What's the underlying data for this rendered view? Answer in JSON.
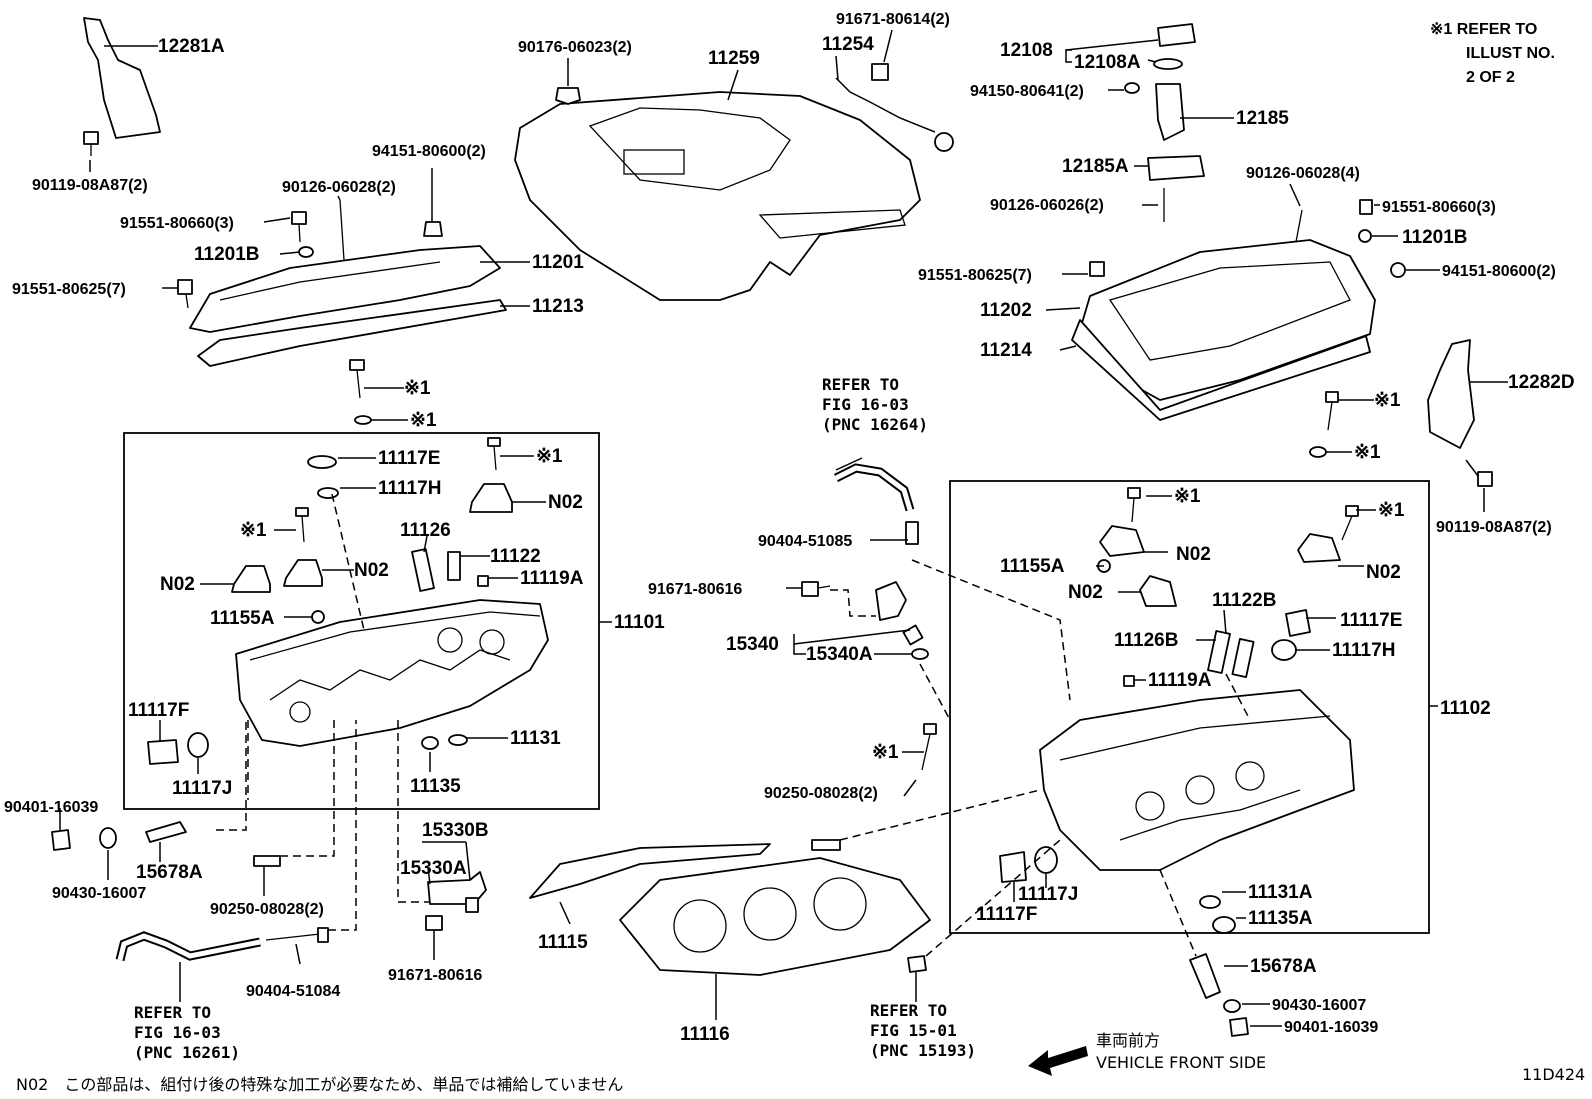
{
  "labels": {
    "l12281A": "12281A",
    "l90119_left": "90119-08A87(2)",
    "l90176": "90176-06023(2)",
    "l11259": "11259",
    "l11254": "11254",
    "l91671_80614": "91671-80614(2)",
    "l12108": "12108",
    "l12108A": "12108A",
    "l94150": "94150-80641(2)",
    "l12185": "12185",
    "l12185A": "12185A",
    "l90126_26": "90126-06026(2)",
    "l90126_28_4": "90126-06028(4)",
    "l91551_660_3": "91551-80660(3)",
    "l11201B_r": "11201B",
    "l94151_r": "94151-80600(2)",
    "l91551_625_r": "91551-80625(7)",
    "l11202": "11202",
    "l11214": "11214",
    "l12282D": "12282D",
    "l94151_l": "94151-80600(2)",
    "l90126_28_2": "90126-06028(2)",
    "l91551_660_l": "91551-80660(3)",
    "l11201B_l": "11201B",
    "l11201": "11201",
    "l91551_625_l": "91551-80625(7)",
    "l11213": "11213",
    "l11117E_l": "11117E",
    "l11117H_l": "11117H",
    "lN02_1": "N02",
    "lN02_2": "N02",
    "lN02_3": "N02",
    "l11126": "11126",
    "l11122": "11122",
    "l11119A_l": "11119A",
    "l11155A_l": "11155A",
    "l11101": "11101",
    "l11117F_l": "11117F",
    "l11117J_l": "11117J",
    "l11131": "11131",
    "l11135": "11135",
    "l90401_l": "90401-16039",
    "l90430_l": "90430-16007",
    "l15678A_l": "15678A",
    "l90250_l": "90250-08028(2)",
    "l15330B": "15330B",
    "l15330A": "15330A",
    "l91671_616_b": "91671-80616",
    "l90404_84": "90404-51084",
    "l11115": "11115",
    "l11116": "11116",
    "l90404_85": "90404-51085",
    "l91671_616_m": "91671-80616",
    "l15340": "15340",
    "l15340A": "15340A",
    "l90250_m": "90250-08028(2)",
    "l11155A_r": "11155A",
    "lN02_r1": "N02",
    "lN02_r2": "N02",
    "lN02_r3": "N02",
    "l11122B": "11122B",
    "l11117E_r": "11117E",
    "l11126B": "11126B",
    "l11117H_r": "11117H",
    "l11119A_r": "11119A",
    "l11102": "11102",
    "l11117J_r": "11117J",
    "l11117F_r": "11117F",
    "l11131A": "11131A",
    "l11135A": "11135A",
    "l15678A_r": "15678A",
    "l90430_r": "90430-16007",
    "l90401_r": "90401-16039",
    "l90119_right": "90119-08A87(2)",
    "star1": "※1",
    "star1b": "※1",
    "star1c": "※1",
    "star1d": "※1",
    "star1e": "※1",
    "star1f": "※1",
    "star1g": "※1",
    "star1h": "※1",
    "star1i": "※1",
    "star1j": "※1"
  },
  "refs": {
    "top": [
      "REFER TO",
      "FIG 16-03",
      "(PNC 16264)"
    ],
    "bottom_left": [
      "REFER TO",
      "FIG 16-03",
      "(PNC 16261)"
    ],
    "bottom_mid": [
      "REFER TO",
      "FIG 15-01",
      "(PNC 15193)"
    ]
  },
  "corner_note": [
    "※1 REFER TO",
    "ILLUST NO.",
    "2 OF 2"
  ],
  "front": {
    "jp": "車両前方",
    "en": "VEHICLE FRONT SIDE"
  },
  "footnote": "N02　この部品は、組付け後の特殊な加工が必要なため、単品では補給していません",
  "diagram_id": "11D424"
}
